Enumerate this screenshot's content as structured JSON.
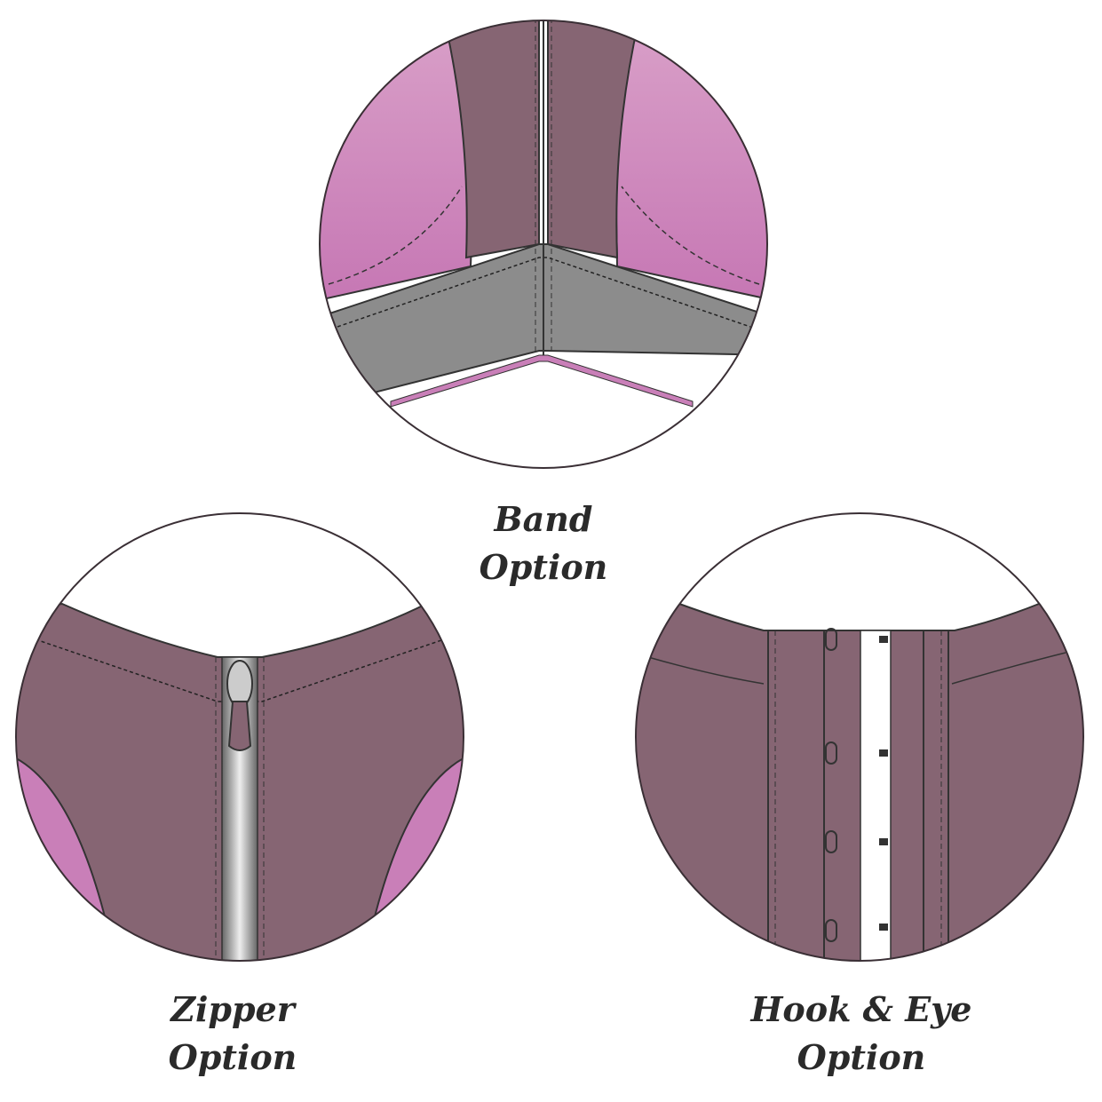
{
  "colors": {
    "mauve": "#866573",
    "pink": "#c97fb8",
    "gray": "#8c8c8c",
    "outline": "#3a2f35"
  },
  "options": [
    {
      "line1": "Band",
      "line2": "Option"
    },
    {
      "line1": "Zipper",
      "line2": "Option"
    },
    {
      "line1": "Hook & Eye",
      "line2": "Option"
    }
  ]
}
